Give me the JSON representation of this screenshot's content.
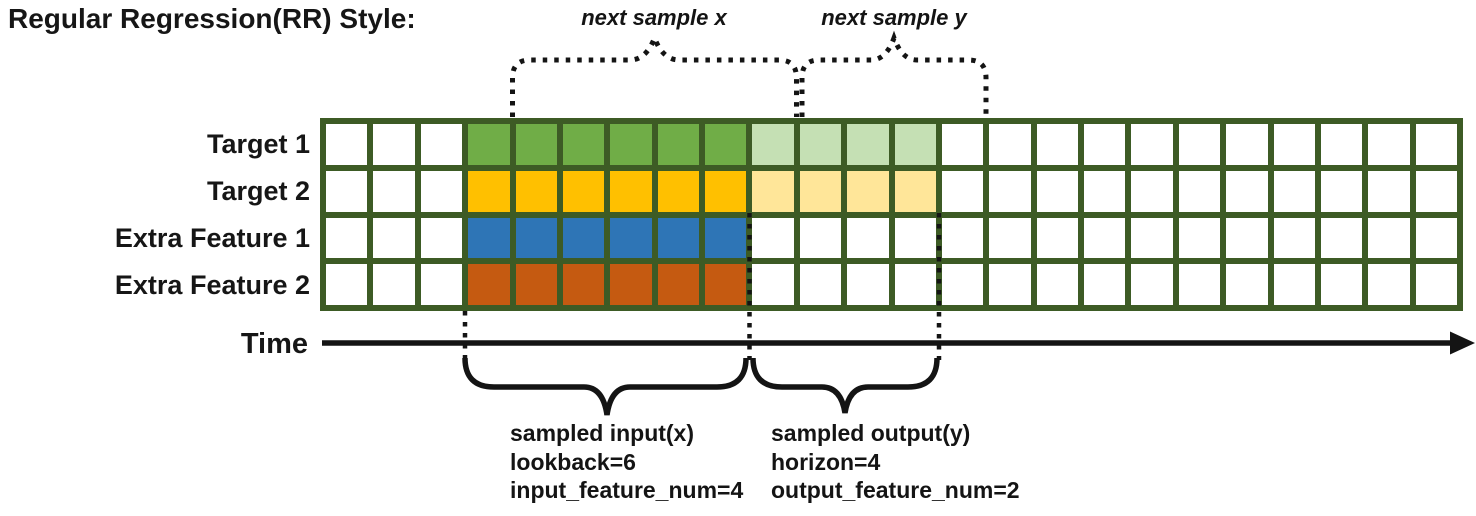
{
  "title": "Regular Regression(RR) Style:",
  "rows": [
    {
      "label": "Target 1"
    },
    {
      "label": "Target 2"
    },
    {
      "label": "Extra Feature 1"
    },
    {
      "label": "Extra Feature 2"
    }
  ],
  "grid": {
    "columns": 24,
    "row_count": 4,
    "input_start_col": 4,
    "lookback": 6,
    "horizon": 4,
    "input_feature_num": 4,
    "output_feature_num": 2,
    "row_colors_input": [
      "#70ad47",
      "#ffc000",
      "#2e75b6",
      "#c55a11"
    ],
    "row_colors_output": [
      "#c5e0b4",
      "#ffe699",
      null,
      null
    ],
    "line_color": "#3d5b25",
    "empty_cell_color": "#ffffff"
  },
  "annotations": {
    "next_sample_x": "next sample x",
    "next_sample_y": "next sample y",
    "time_axis": "Time",
    "input_block": [
      "sampled input(x)",
      "lookback=6",
      "input_feature_num=4"
    ],
    "output_block": [
      "sampled output(y)",
      "horizon=4",
      "output_feature_num=2"
    ]
  },
  "colors": {
    "stroke": "#141414",
    "text": "#161616"
  }
}
